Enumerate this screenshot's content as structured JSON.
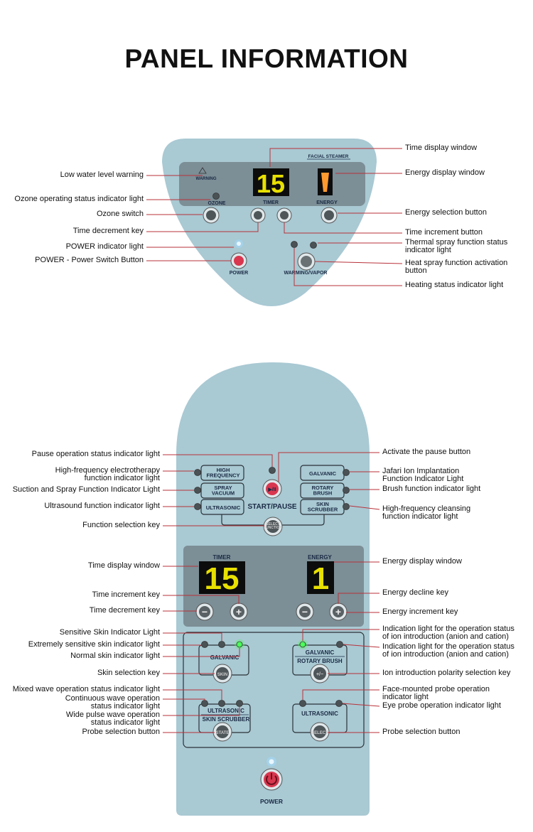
{
  "title": "PANEL INFORMATION",
  "colors": {
    "panel": "#a9c9d3",
    "display": "#7c8e96",
    "leader": "#b8323a",
    "digit": "#e8e000",
    "green_led": "#4cff5a",
    "blue_led": "#9fdcff",
    "power": "#d8374f"
  },
  "top_panel": {
    "brand": "FACIAL STEAMER",
    "warning": "WARNING",
    "ozone": "OZONE",
    "timer": "TIMER",
    "energy": "ENERGY",
    "time_value": "15",
    "power": "POWER",
    "warming": "WARMING/VAPOR"
  },
  "top_labels_left": [
    "Low water level warning",
    "Ozone operating status indicator light",
    "Ozone switch",
    "Time decrement key",
    "POWER indicator light",
    "POWER - Power Switch Button"
  ],
  "top_labels_right": [
    "Time display window",
    "Energy display window",
    "Energy selection button",
    "Time increment button",
    "Thermal spray function status\nindicator light",
    "Heat spray function activation\nbutton",
    "Heating status indicator light"
  ],
  "bottom_panel": {
    "high_frequency": "HIGH\nFREQUENCY",
    "spray_vacuum": "SPRAY\nVACUUM",
    "ultrasonic": "ULTRASONIC",
    "galvanic": "GALVANIC",
    "rotary_brush": "ROTARY\nBRUSH",
    "skin_scrubber": "SKIN\nSCRUBBER",
    "start_pause_icon": "▶/II",
    "start_pause": "START/PAUSE",
    "select_function": "SELECT\nFUNCTION",
    "timer": "TIMER",
    "energy": "ENERGY",
    "time_value": "15",
    "energy_value": "1",
    "galvanic_left": "GALVANIC",
    "skin_btn": "SKIN",
    "galvanic_right": "GALVANIC",
    "rotary_brush_right": "ROTARY BRUSH",
    "polarity_btn": "+/−",
    "ultrasonic_left": "ULTRASONIC",
    "skin_scrubber_left": "SKIN SCRUBBER",
    "state_btn": "STATE",
    "ultrasonic_right": "ULTRASONIC",
    "select_btn": "SELECT",
    "power": "POWER"
  },
  "bottom_labels_left": [
    "Pause operation status indicator light",
    "High-frequency electrotherapy\nfunction indicator light",
    "Suction and Spray Function Indicator Light",
    "Ultrasound function indicator light",
    "Function selection key",
    "Time display window",
    "Time increment key",
    "Time decrement key",
    "Sensitive Skin Indicator Light",
    "Extremely sensitive skin indicator light",
    "Normal skin indicator light",
    "Skin selection key",
    "Mixed wave operation status indicator light",
    "Continuous wave operation\nstatus indicator light",
    "Wide pulse wave operation\nstatus indicator light",
    "Probe selection button"
  ],
  "bottom_labels_right": [
    "Activate the pause button",
    "Jafari Ion Implantation\nFunction Indicator Light",
    "Brush function indicator light",
    "High-frequency cleansing\nfunction indicator light",
    "Energy display window",
    "Energy decline key",
    "Energy increment key",
    "Indication light for the operation status\nof ion introduction (anion and cation)",
    "Indication light for the operation status\nof ion introduction (anion and cation)",
    "Ion introduction polarity selection key",
    "Face-mounted probe operation\nindicator light",
    "Eye probe operation indicator light",
    "Probe selection button"
  ]
}
